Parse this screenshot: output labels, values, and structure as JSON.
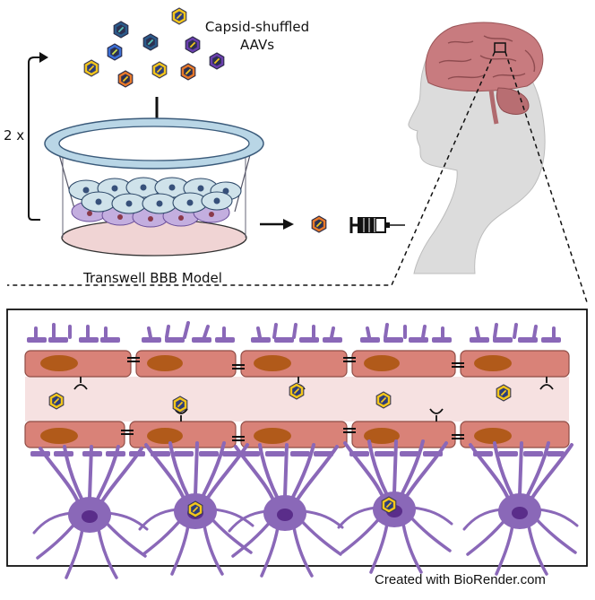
{
  "labels": {
    "capsid_line1": "Capsid-shuffled",
    "capsid_line2": "AAVs",
    "cycle": "2 x",
    "transwell": "Transwell BBB Model",
    "credit": "Created with BioRender.com"
  },
  "colors": {
    "capillary_wall": "#d98278",
    "nucleus": "#b15a1a",
    "lumen": "#f6e1e1",
    "astrocyte": "#8a68b8",
    "astro_nucleus": "#5a2d8a",
    "aav_outer": "#f3c61c",
    "insert_rim": "#b9d6e6",
    "endothelial_cell": "#cfe2ea",
    "brain": "#c87b7f",
    "head": "#d9d9d9"
  },
  "icons": {
    "aav": "aav-capsid-icon",
    "syringe": "syringe-icon",
    "receptor": "receptor-icon",
    "arrow": "arrow-icon",
    "head": "human-head-icon"
  }
}
